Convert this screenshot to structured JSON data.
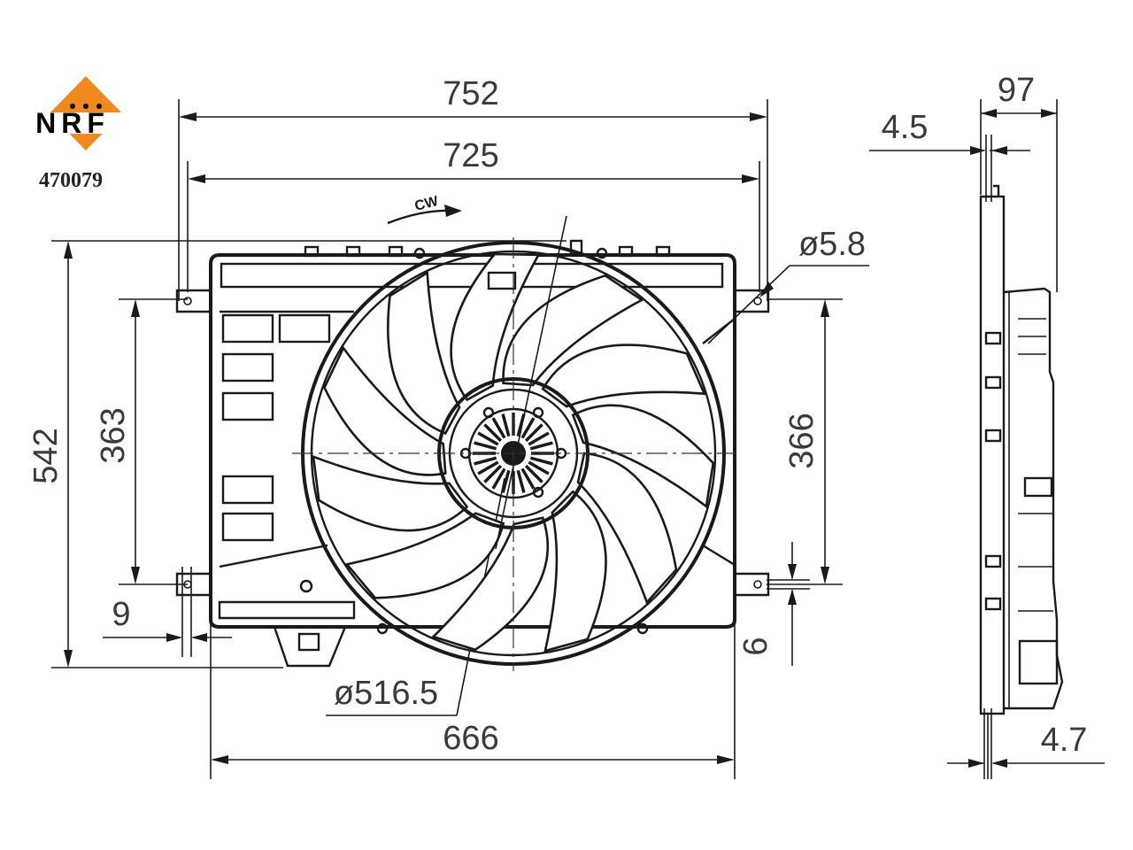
{
  "brand": {
    "logo_text": "NRF",
    "part_number": "470079",
    "accent_color": "#F08A1C"
  },
  "rotation": {
    "label": "CW"
  },
  "dimensions": {
    "overall_width": "752",
    "mount_spacing": "725",
    "hole_diameter": "ø5.8",
    "overall_height": "542",
    "left_mount_height": "363",
    "right_mount_height": "366",
    "tab_offset_left": "9",
    "tab_offset_right": "6",
    "fan_diameter": "ø516.5",
    "frame_width": "666",
    "depth": "97",
    "mount_depth": "4.5",
    "tab_thickness": "4.7"
  }
}
